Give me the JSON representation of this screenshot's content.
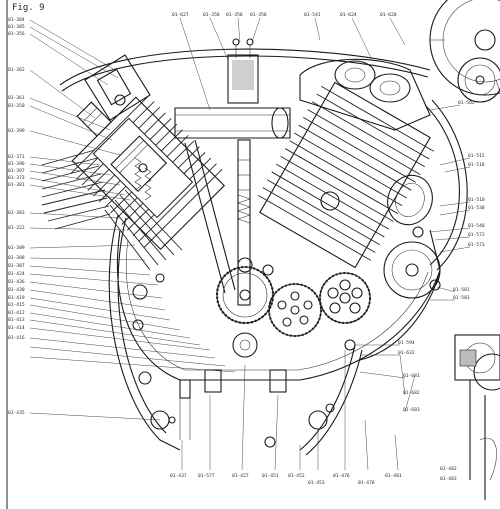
{
  "drawing": {
    "title": "",
    "corner_mark": "Fig. 9",
    "top_labels": [
      "01-627",
      "01-358",
      "01-358",
      "01-358",
      "01-541",
      "01-624",
      "01-620"
    ],
    "left_labels": [
      "01-384",
      "01-385",
      "01-356",
      "01-362",
      "01-361",
      "01-350",
      "01-399",
      "01-371",
      "01-396",
      "01-397",
      "01-373",
      "01-381",
      "01-383",
      "01-322",
      "01-389",
      "01-388",
      "01-387",
      "01-424",
      "01-436",
      "01-430",
      "01-419",
      "01-415",
      "01-412",
      "01-413",
      "01-414",
      "01-416",
      "01-435"
    ],
    "right_labels": [
      "01-502",
      "01-515",
      "01-518",
      "01-510",
      "01-530",
      "01-548",
      "01-572",
      "01-573",
      "01-581",
      "01-583",
      "01-594",
      "01-632",
      "01-681",
      "01-682",
      "01-683"
    ],
    "bottom_labels": [
      "01-437",
      "01-577",
      "01-427",
      "01-451",
      "01-452",
      "01-453",
      "01-476",
      "01-478",
      "01-481",
      "01-482",
      "01-483"
    ],
    "ink_color": "#1b1b1b",
    "paper_color": "#ffffff"
  }
}
